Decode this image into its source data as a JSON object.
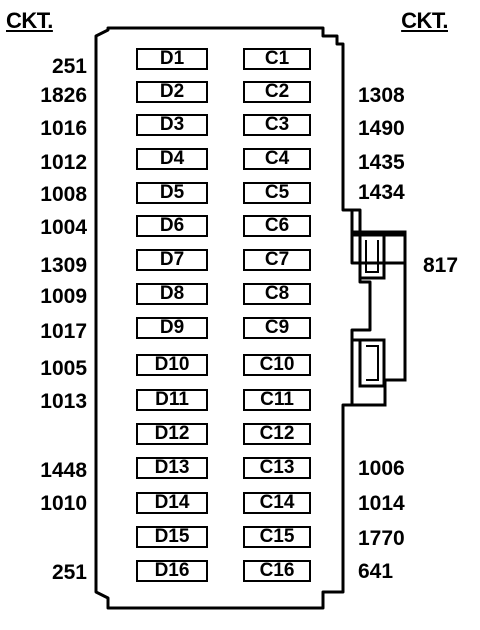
{
  "headers": {
    "left": "CKT.",
    "right": "CKT."
  },
  "fuses": [
    {
      "d": "D1",
      "c": "C1",
      "left_ckt": "251",
      "right_ckt": ""
    },
    {
      "d": "D2",
      "c": "C2",
      "left_ckt": "1826",
      "right_ckt": "1308"
    },
    {
      "d": "D3",
      "c": "C3",
      "left_ckt": "1016",
      "right_ckt": "1490"
    },
    {
      "d": "D4",
      "c": "C4",
      "left_ckt": "1012",
      "right_ckt": "1435"
    },
    {
      "d": "D5",
      "c": "C5",
      "left_ckt": "1008",
      "right_ckt": "1434"
    },
    {
      "d": "D6",
      "c": "C6",
      "left_ckt": "1004",
      "right_ckt": ""
    },
    {
      "d": "D7",
      "c": "C7",
      "left_ckt": "1309",
      "right_ckt": ""
    },
    {
      "d": "D8",
      "c": "C8",
      "left_ckt": "1009",
      "right_ckt": ""
    },
    {
      "d": "D9",
      "c": "C9",
      "left_ckt": "1017",
      "right_ckt": ""
    },
    {
      "d": "D10",
      "c": "C10",
      "left_ckt": "1005",
      "right_ckt": ""
    },
    {
      "d": "D11",
      "c": "C11",
      "left_ckt": "1013",
      "right_ckt": ""
    },
    {
      "d": "D12",
      "c": "C12",
      "left_ckt": "",
      "right_ckt": ""
    },
    {
      "d": "D13",
      "c": "C13",
      "left_ckt": "1448",
      "right_ckt": "1006"
    },
    {
      "d": "D14",
      "c": "C14",
      "left_ckt": "1010",
      "right_ckt": "1014"
    },
    {
      "d": "D15",
      "c": "C15",
      "left_ckt": "",
      "right_ckt": "1770"
    },
    {
      "d": "D16",
      "c": "C16",
      "left_ckt": "251",
      "right_ckt": "641"
    }
  ],
  "side_ckt": "817"
}
